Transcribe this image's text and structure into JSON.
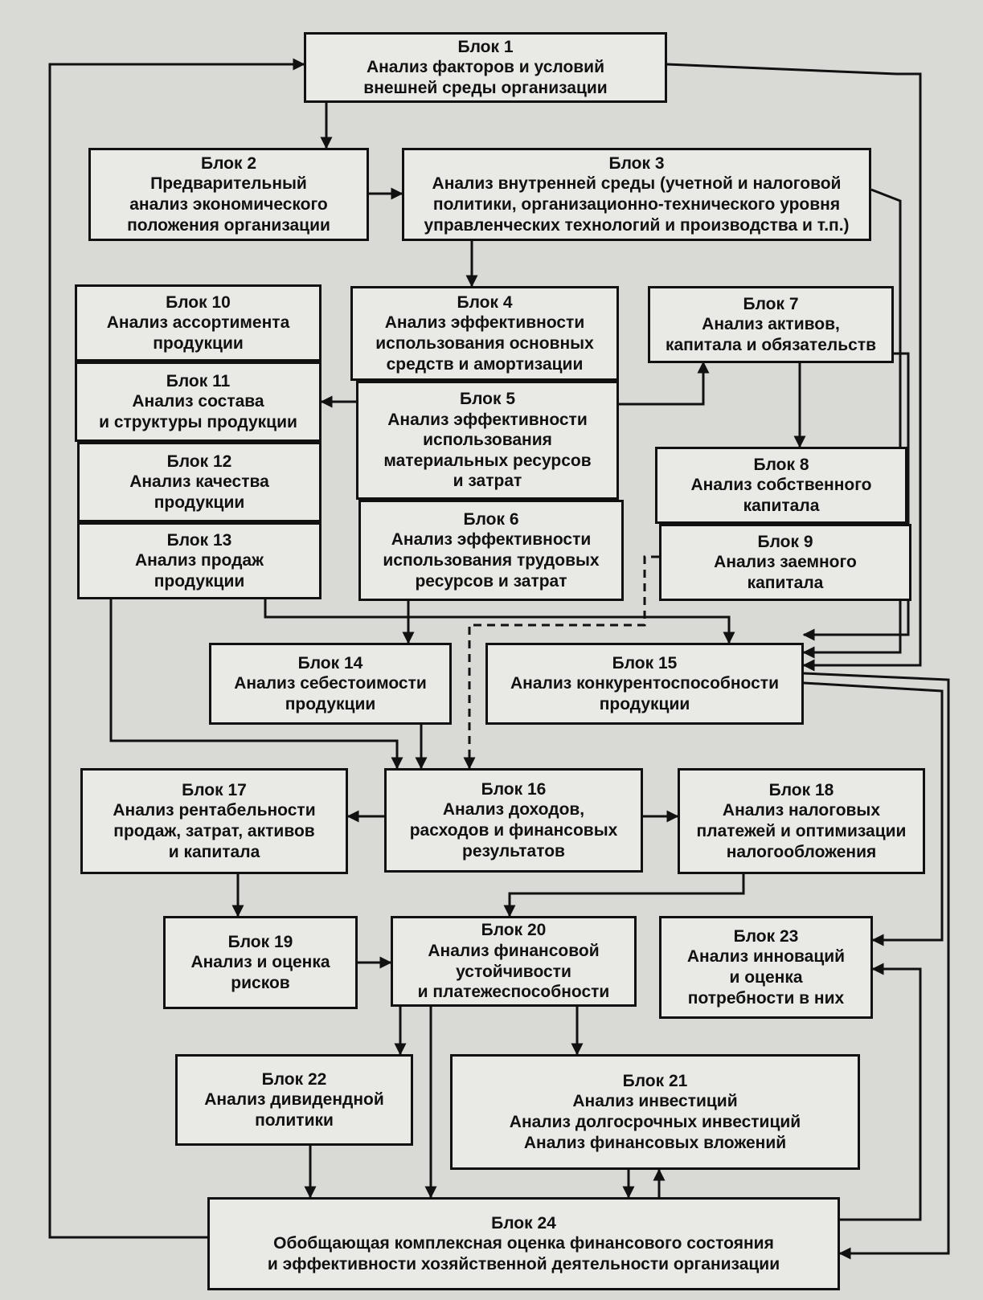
{
  "blocks": [
    {
      "id": "b1",
      "title": "Блок 1",
      "text": "Анализ факторов и условий\nвнешней среды организации"
    },
    {
      "id": "b2",
      "title": "Блок 2",
      "text": "Предварительный\nанализ экономического\nположения организации"
    },
    {
      "id": "b3",
      "title": "Блок 3",
      "text": "Анализ внутренней среды (учетной и налоговой\nполитики, организационно-технического уровня\nуправленческих технологий и производства и т.п.)"
    },
    {
      "id": "b4",
      "title": "Блок 4",
      "text": "Анализ эффективности\nиспользования основных\nсредств и амортизации"
    },
    {
      "id": "b5",
      "title": "Блок 5",
      "text": "Анализ эффективности\nиспользования\nматериальных ресурсов\nи затрат"
    },
    {
      "id": "b6",
      "title": "Блок 6",
      "text": "Анализ эффективности\nиспользования трудовых\nресурсов и затрат"
    },
    {
      "id": "b7",
      "title": "Блок 7",
      "text": "Анализ активов,\nкапитала и обязательств"
    },
    {
      "id": "b8",
      "title": "Блок 8",
      "text": "Анализ собственного\nкапитала"
    },
    {
      "id": "b9",
      "title": "Блок 9",
      "text": "Анализ заемного\nкапитала"
    },
    {
      "id": "b10",
      "title": "Блок 10",
      "text": "Анализ ассортимента\nпродукции"
    },
    {
      "id": "b11",
      "title": "Блок 11",
      "text": "Анализ состава\nи структуры продукции"
    },
    {
      "id": "b12",
      "title": "Блок 12",
      "text": "Анализ качества\nпродукции"
    },
    {
      "id": "b13",
      "title": "Блок 13",
      "text": "Анализ продаж\nпродукции"
    },
    {
      "id": "b14",
      "title": "Блок 14",
      "text": "Анализ себестоимости\nпродукции"
    },
    {
      "id": "b15",
      "title": "Блок 15",
      "text": "Анализ конкурентоспособности\nпродукции"
    },
    {
      "id": "b16",
      "title": "Блок 16",
      "text": "Анализ доходов,\nрасходов и финансовых\nрезультатов"
    },
    {
      "id": "b17",
      "title": "Блок 17",
      "text": "Анализ рентабельности\nпродаж, затрат, активов\nи капитала"
    },
    {
      "id": "b18",
      "title": "Блок 18",
      "text": "Анализ налоговых\nплатежей и оптимизации\nналогообложения"
    },
    {
      "id": "b19",
      "title": "Блок 19",
      "text": "Анализ и оценка\nрисков"
    },
    {
      "id": "b20",
      "title": "Блок 20",
      "text": "Анализ финансовой\nустойчивости\nи платежеспособности"
    },
    {
      "id": "b21",
      "title": "Блок 21",
      "text": "Анализ инвестиций\nАнализ долгосрочных инвестиций\nАнализ финансовых вложений"
    },
    {
      "id": "b22",
      "title": "Блок 22",
      "text": "Анализ дивидендной\nполитики"
    },
    {
      "id": "b23",
      "title": "Блок 23",
      "text": "Анализ инноваций\nи оценка\nпотребности в них"
    },
    {
      "id": "b24",
      "title": "Блок 24",
      "text": "Обобщающая комплексная оценка финансового состояния\nи эффективности хозяйственной деятельности организации"
    }
  ],
  "colors": {
    "line": "#111111",
    "box": "#e9e9e6",
    "background": "#d9d9d6"
  }
}
